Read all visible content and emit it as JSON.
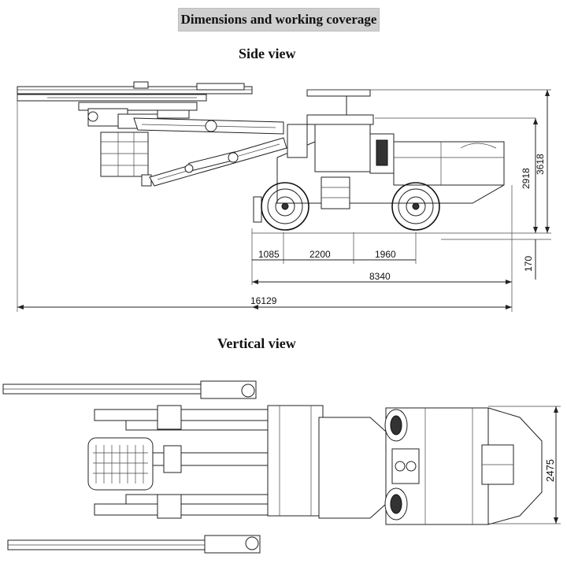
{
  "header": {
    "title": "Dimensions and working coverage"
  },
  "side_view": {
    "title": "Side view",
    "dimensions": {
      "front_overhang": "1085",
      "wheelbase_front": "2200",
      "wheelbase_rear": "1960",
      "machine_length": "8340",
      "total_length": "16129",
      "cab_height": "2918",
      "total_height": "3618",
      "ground_clearance": "170"
    }
  },
  "vertical_view": {
    "title": "Vertical view",
    "dimensions": {
      "width": "2475"
    }
  }
}
